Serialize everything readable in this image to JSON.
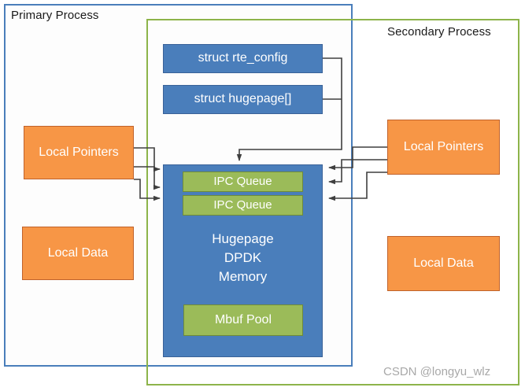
{
  "diagram": {
    "title_primary": "Primary Process",
    "title_secondary": "Secondary Process",
    "colors": {
      "primary_frame": "#4A7EBB",
      "secondary_frame": "#8DB44A",
      "blue_node": "#4A7EBB",
      "orange_node": "#F79646",
      "green_node": "#9BBB59",
      "connector": "#3F3F3F",
      "watermark": "#a8a8a8"
    },
    "shared_structs": [
      {
        "label": "struct rte_config"
      },
      {
        "label": "struct hugepage[]"
      }
    ],
    "shared_memory": {
      "label": "Hugepage\nDPDK\nMemory",
      "line1": "Hugepage",
      "line2": "DPDK",
      "line3": "Memory",
      "queues": [
        {
          "label": "IPC Queue"
        },
        {
          "label": "IPC Queue"
        }
      ],
      "pool": {
        "label": "Mbuf Pool"
      }
    },
    "primary_blocks": [
      {
        "label": "Local Pointers"
      },
      {
        "label": "Local Data"
      }
    ],
    "secondary_blocks": [
      {
        "label": "Local Pointers"
      },
      {
        "label": "Local Data"
      }
    ],
    "watermark": "CSDN @longyu_wlz"
  }
}
